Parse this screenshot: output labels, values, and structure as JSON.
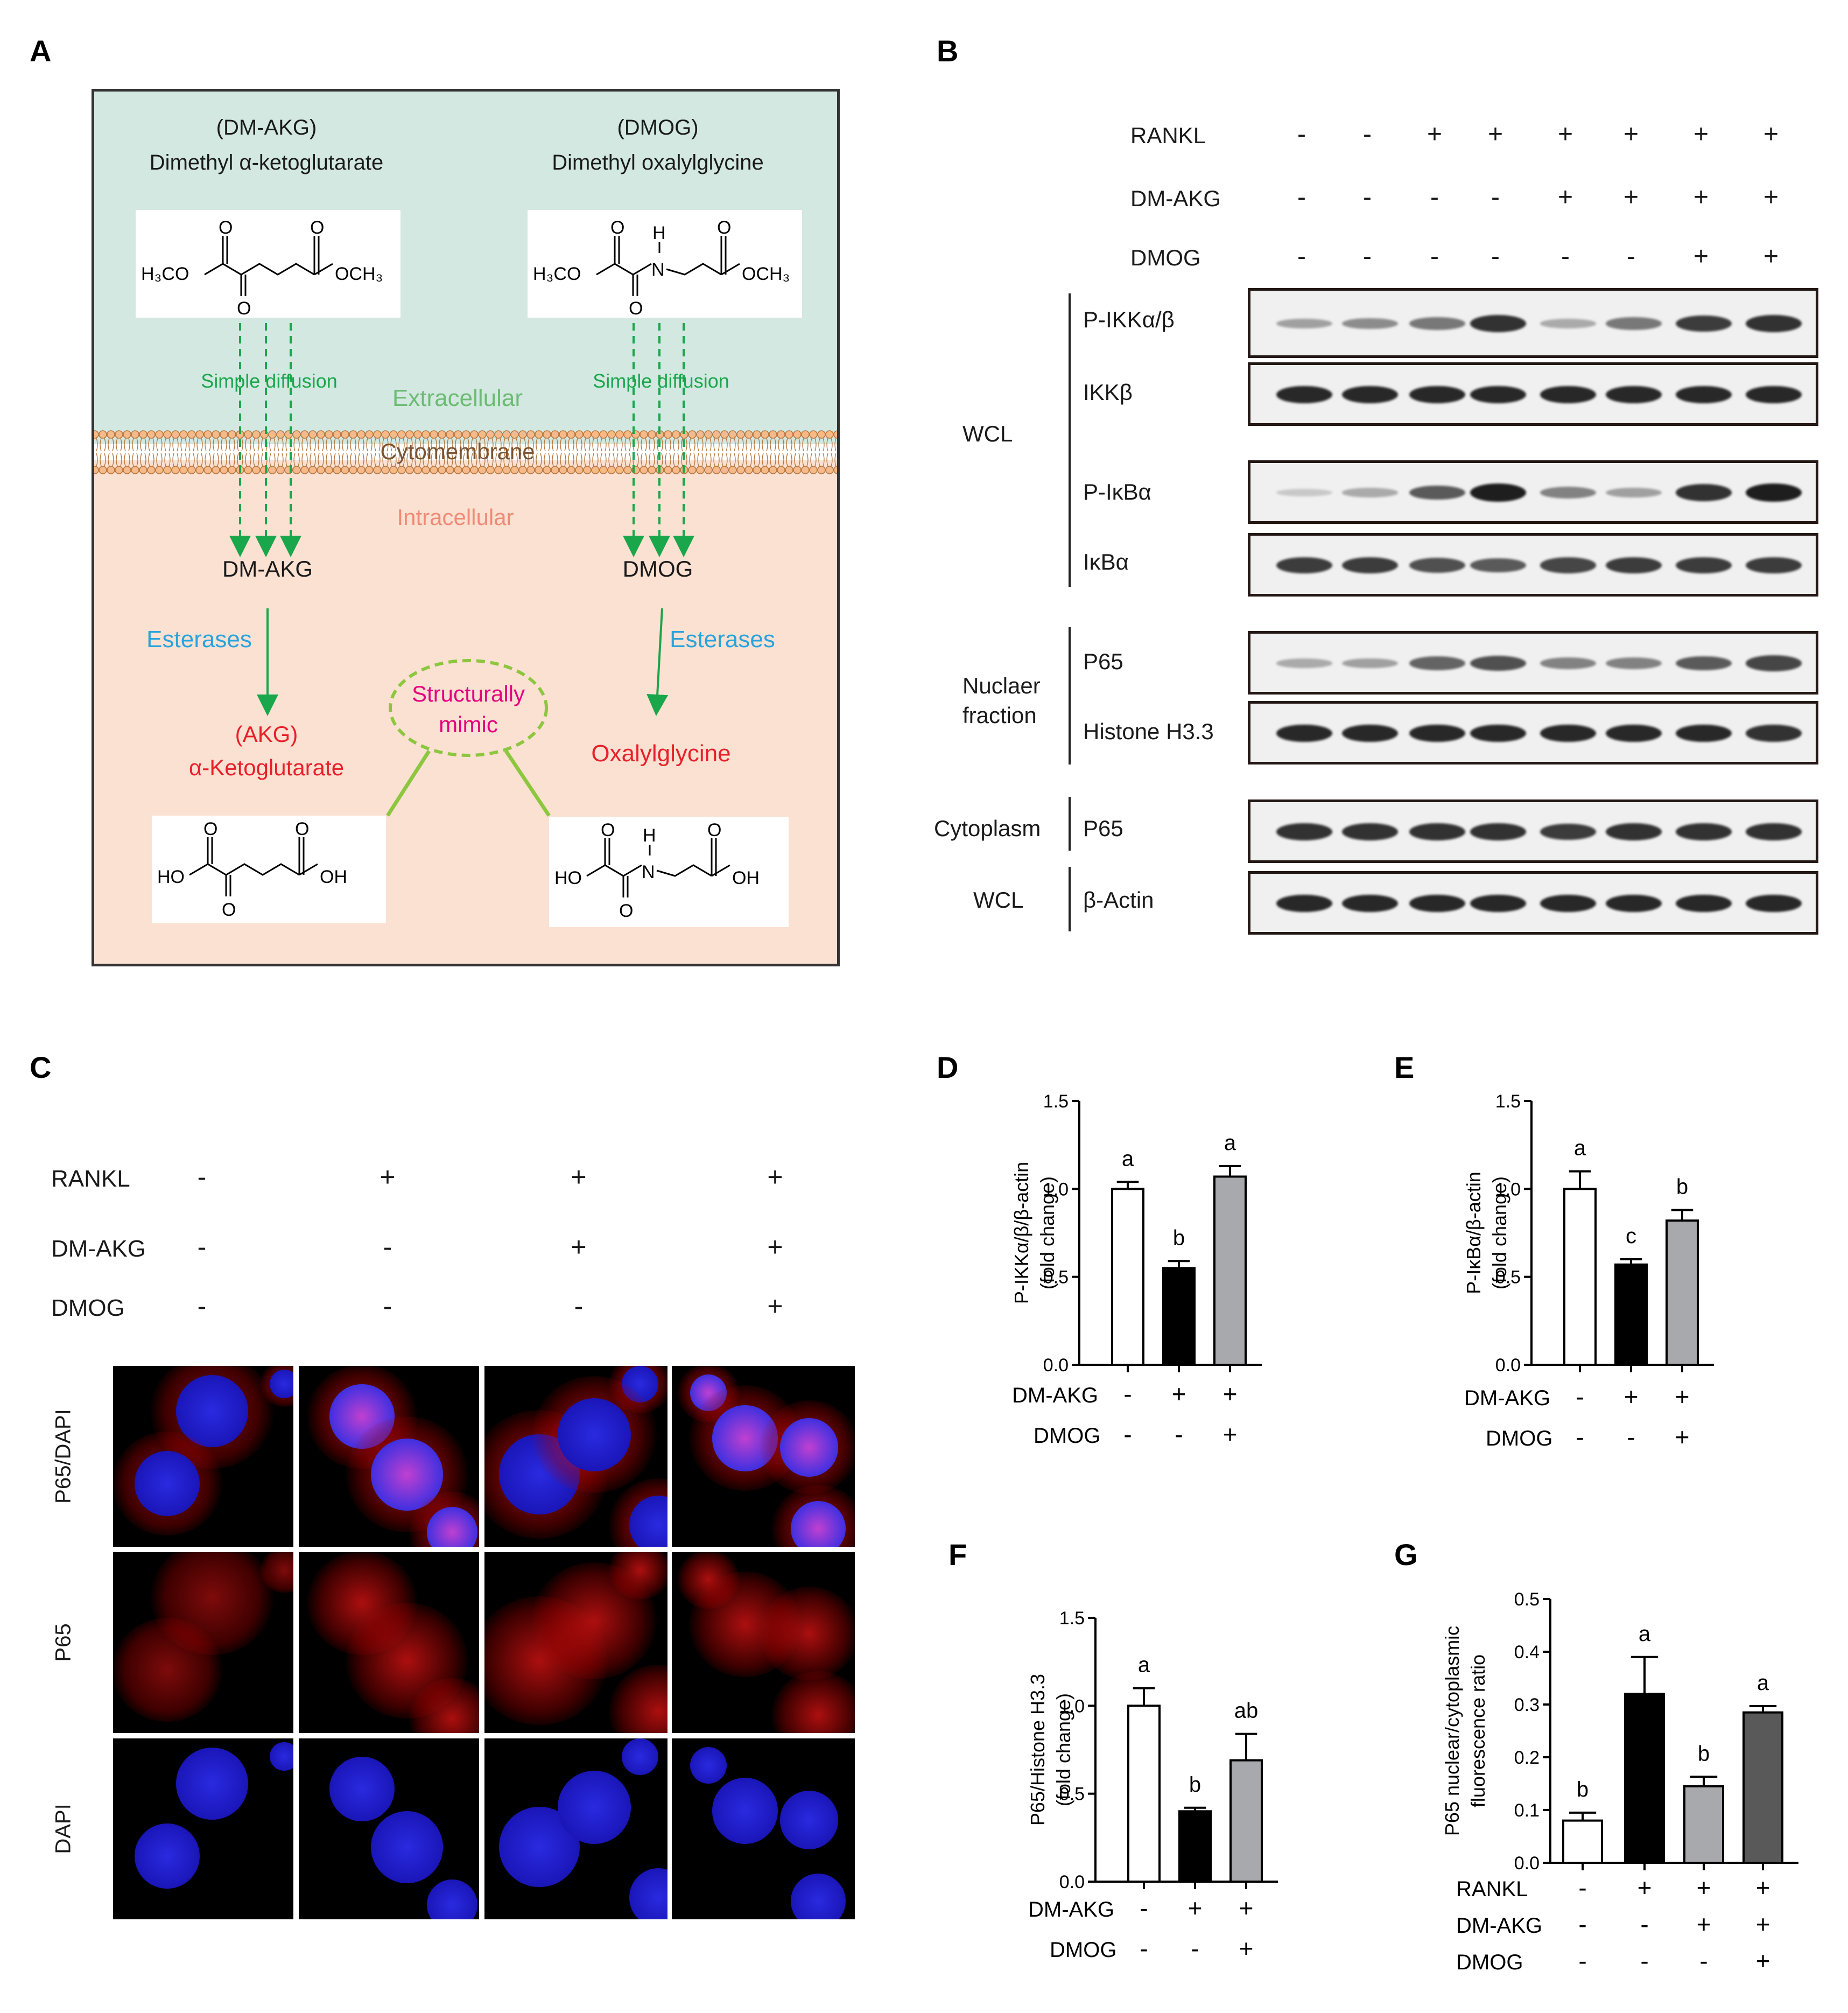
{
  "panels": {
    "A": "A",
    "B": "B",
    "C": "C",
    "D": "D",
    "E": "E",
    "F": "F",
    "G": "G"
  },
  "panelA": {
    "left_abbrev": "(DM-AKG)",
    "left_name": "Dimethyl α-ketoglutarate",
    "right_abbrev": "(DMOG)",
    "right_name": "Dimethyl oxalylglycine",
    "diffusion": "Simple diffusion",
    "extracellular": "Extracellular",
    "membrane": "Cytomembrane",
    "intracellular": "Intracellular",
    "left_product": "DM-AKG",
    "right_product": "DMOG",
    "esterases": "Esterases",
    "akg_abbrev": "(AKG)",
    "akg_name": "α-Ketoglutarate",
    "oxalylglycine": "Oxalylglycine",
    "mimic_line1": "Structurally",
    "mimic_line2": "mimic",
    "chem": {
      "h3co": "H₃CO",
      "och3": "OCH₃",
      "ho": "HO",
      "oh": "OH",
      "o": "O",
      "h": "H",
      "n": "N"
    },
    "colors": {
      "extracellular_bg": "#d2e8e1",
      "intracellular_bg": "#fbe1d2",
      "green": "#1aa64b",
      "esterase": "#29a3dd",
      "red": "#e8202a",
      "magenta": "#e4007f",
      "mimic": "#8dc63f"
    }
  },
  "panelB": {
    "conditions": [
      {
        "label": "RANKL",
        "values": [
          "-",
          "-",
          "+",
          "+",
          "+",
          "+",
          "+",
          "+"
        ]
      },
      {
        "label": "DM-AKG",
        "values": [
          "-",
          "-",
          "-",
          "-",
          "+",
          "+",
          "+",
          "+"
        ]
      },
      {
        "label": "DMOG",
        "values": [
          "-",
          "-",
          "-",
          "-",
          "-",
          "-",
          "+",
          "+"
        ]
      }
    ],
    "groups": {
      "wcl": "WCL",
      "nuclear1": "Nuclaer",
      "nuclear2": "fraction",
      "cytoplasm": "Cytoplasm",
      "wcl2": "WCL"
    },
    "blots": [
      {
        "label": "P-IKKα/β",
        "intensity": [
          0.35,
          0.45,
          0.55,
          0.9,
          0.3,
          0.55,
          0.85,
          0.9
        ]
      },
      {
        "label": "IKKβ",
        "intensity": [
          0.95,
          0.95,
          0.95,
          0.95,
          0.95,
          0.95,
          0.95,
          0.95
        ]
      },
      {
        "label": "P-IκBα",
        "intensity": [
          0.15,
          0.3,
          0.7,
          1.0,
          0.5,
          0.35,
          0.9,
          1.0
        ]
      },
      {
        "label": "IκBα",
        "intensity": [
          0.85,
          0.85,
          0.75,
          0.7,
          0.8,
          0.85,
          0.85,
          0.85
        ]
      },
      {
        "label": "P65",
        "intensity": [
          0.3,
          0.35,
          0.65,
          0.75,
          0.5,
          0.5,
          0.7,
          0.8
        ]
      },
      {
        "label": "Histone H3.3",
        "intensity": [
          0.95,
          0.95,
          0.95,
          0.95,
          0.95,
          0.95,
          0.95,
          0.9
        ]
      },
      {
        "label": "P65",
        "intensity": [
          0.9,
          0.9,
          0.9,
          0.9,
          0.85,
          0.9,
          0.9,
          0.9
        ]
      },
      {
        "label": "β-Actin",
        "intensity": [
          0.95,
          0.95,
          0.95,
          0.95,
          0.95,
          0.95,
          0.95,
          0.95
        ]
      }
    ]
  },
  "panelC": {
    "conditions": [
      {
        "label": "RANKL",
        "values": [
          "-",
          "+",
          "+",
          "+"
        ]
      },
      {
        "label": "DM-AKG",
        "values": [
          "-",
          "-",
          "+",
          "+"
        ]
      },
      {
        "label": "DMOG",
        "values": [
          "-",
          "-",
          "-",
          "+"
        ]
      }
    ],
    "rows": [
      "P65/DAPI",
      "P65",
      "DAPI"
    ]
  },
  "chart_data": [
    {
      "type": "bar",
      "panel": "D",
      "ylabel_line1": "P-IKKα/β/β-actin",
      "ylabel_line2": "(fold change)",
      "ylim": [
        0,
        1.5
      ],
      "yticks": [
        "0.0",
        "0.5",
        "1.0",
        "1.5"
      ],
      "values": [
        1.0,
        0.55,
        1.07
      ],
      "errors": [
        0.04,
        0.04,
        0.06
      ],
      "letters": [
        "a",
        "b",
        "a"
      ],
      "bar_colors": [
        "#ffffff",
        "#000000",
        "#a7a9ac"
      ],
      "conditions": [
        {
          "label": "DM-AKG",
          "values": [
            "-",
            "+",
            "+"
          ]
        },
        {
          "label": "DMOG",
          "values": [
            "-",
            "-",
            "+"
          ]
        }
      ]
    },
    {
      "type": "bar",
      "panel": "E",
      "ylabel_line1": "P-IκBα/β-actin",
      "ylabel_line2": "(fold change)",
      "ylim": [
        0,
        1.5
      ],
      "yticks": [
        "0.0",
        "0.5",
        "1.0",
        "1.5"
      ],
      "values": [
        1.0,
        0.57,
        0.82
      ],
      "errors": [
        0.1,
        0.03,
        0.06
      ],
      "letters": [
        "a",
        "c",
        "b"
      ],
      "bar_colors": [
        "#ffffff",
        "#000000",
        "#a7a9ac"
      ],
      "conditions": [
        {
          "label": "DM-AKG",
          "values": [
            "-",
            "+",
            "+"
          ]
        },
        {
          "label": "DMOG",
          "values": [
            "-",
            "-",
            "+"
          ]
        }
      ]
    },
    {
      "type": "bar",
      "panel": "F",
      "ylabel_line1": "P65/Histone H3.3",
      "ylabel_line2": "(fold change)",
      "ylim": [
        0,
        1.5
      ],
      "yticks": [
        "0.0",
        "0.5",
        "1.0",
        "1.5"
      ],
      "values": [
        1.0,
        0.4,
        0.69
      ],
      "errors": [
        0.1,
        0.02,
        0.15
      ],
      "letters": [
        "a",
        "b",
        "ab"
      ],
      "bar_colors": [
        "#ffffff",
        "#000000",
        "#a7a9ac"
      ],
      "conditions": [
        {
          "label": "DM-AKG",
          "values": [
            "-",
            "+",
            "+"
          ]
        },
        {
          "label": "DMOG",
          "values": [
            "-",
            "-",
            "+"
          ]
        }
      ]
    },
    {
      "type": "bar",
      "panel": "G",
      "ylabel_line1": "P65 nuclear/cytoplasmic",
      "ylabel_line2": "fluorescence ratio",
      "ylim": [
        0,
        0.5
      ],
      "yticks": [
        "0.0",
        "0.1",
        "0.2",
        "0.3",
        "0.4",
        "0.5"
      ],
      "values": [
        0.08,
        0.32,
        0.145,
        0.285
      ],
      "errors": [
        0.015,
        0.07,
        0.018,
        0.012
      ],
      "letters": [
        "b",
        "a",
        "b",
        "a"
      ],
      "bar_colors": [
        "#ffffff",
        "#000000",
        "#a7a9ac",
        "#595959"
      ],
      "conditions": [
        {
          "label": "RANKL",
          "values": [
            "-",
            "+",
            "+",
            "+"
          ]
        },
        {
          "label": "DM-AKG",
          "values": [
            "-",
            "-",
            "+",
            "+"
          ]
        },
        {
          "label": "DMOG",
          "values": [
            "-",
            "-",
            "-",
            "+"
          ]
        }
      ]
    }
  ]
}
